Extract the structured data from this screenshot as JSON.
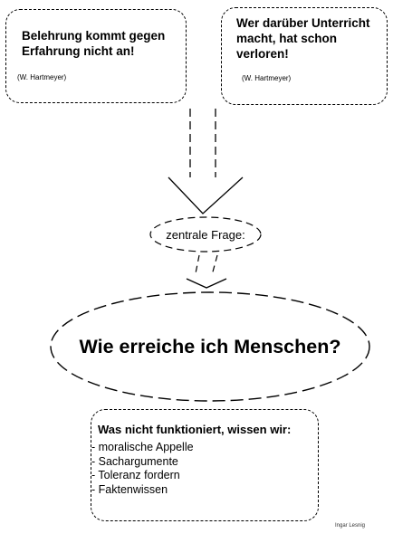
{
  "quotes": [
    {
      "text": "Belehrung kommt gegen Erfahrung nicht an!",
      "author": "(W. Hartmeyer)"
    },
    {
      "text": "Wer darüber Unterricht macht, hat schon verloren!",
      "author": "(W. Hartmeyer)"
    }
  ],
  "central": {
    "label": "zentrale Frage:"
  },
  "main_question": {
    "text": "Wie erreiche ich Menschen?"
  },
  "not_working": {
    "title": "Was nicht funktioniert, wissen wir:",
    "items": [
      "- moralische Appelle",
      "- Sachargumente",
      "- Toleranz fordern",
      "- Faktenwissen"
    ]
  },
  "footer": {
    "text": "Ingar Lesnig"
  }
}
